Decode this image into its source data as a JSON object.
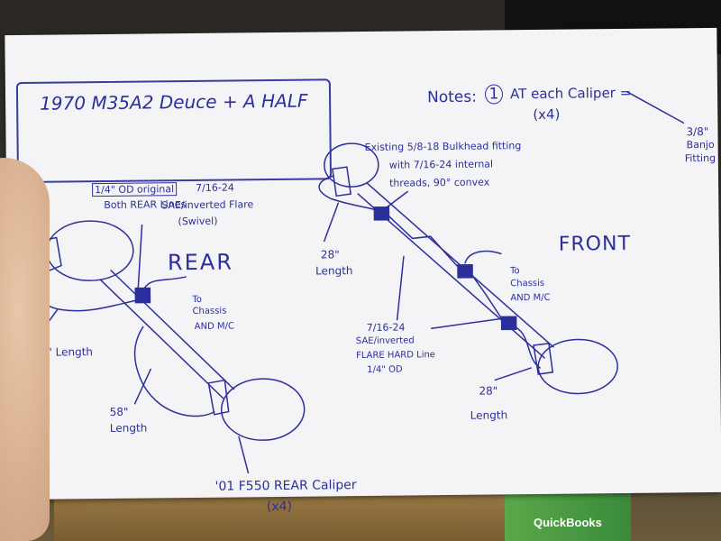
{
  "title": "1970 M35A2 Deuce + A HALF",
  "notes": {
    "heading": "Notes:",
    "number": "1",
    "line1": "AT each Caliper =",
    "line2": "(x4)",
    "banjo_line1": "3/8\"",
    "banjo_line2": "Banjo",
    "banjo_line3": "Fitting"
  },
  "rear": {
    "label": "REAR",
    "original_line1": "1/4\" OD original",
    "original_line2": "Both REAR Lines",
    "thread_line1": "7/16-24",
    "thread_line2": "SAE/inverted Flare",
    "thread_line3": "(Swivel)",
    "chassis_line1": "To",
    "chassis_line2": "Chassis",
    "chassis_line3": "AND M/C",
    "length28": "28\" Length",
    "length58_line1": "58\"",
    "length58_line2": "Length",
    "caliper_line1": "'01 F550 REAR Caliper",
    "caliper_line2": "(x4)"
  },
  "front": {
    "label": "FRONT",
    "bulkhead_line1": "Existing 5/8-18 Bulkhead fitting",
    "bulkhead_line2": "with 7/16-24 internal",
    "bulkhead_line3": "threads, 90° convex",
    "length28_top_line1": "28\"",
    "length28_top_line2": "Length",
    "chassis_line1": "To",
    "chassis_line2": "Chassis",
    "chassis_line3": "AND M/C",
    "hardline_line1": "7/16-24",
    "hardline_line2": "SAE/inverted",
    "hardline_line3": "FLARE HARD Line",
    "hardline_line4": "1/4\" OD",
    "length28_bottom_line1": "28\"",
    "length28_bottom_line2": "Length"
  },
  "background_box_text": "QuickBooks",
  "colors": {
    "ink": "#2b2f9e",
    "paper": "#f4f4f6",
    "desk": "#2a2724"
  }
}
